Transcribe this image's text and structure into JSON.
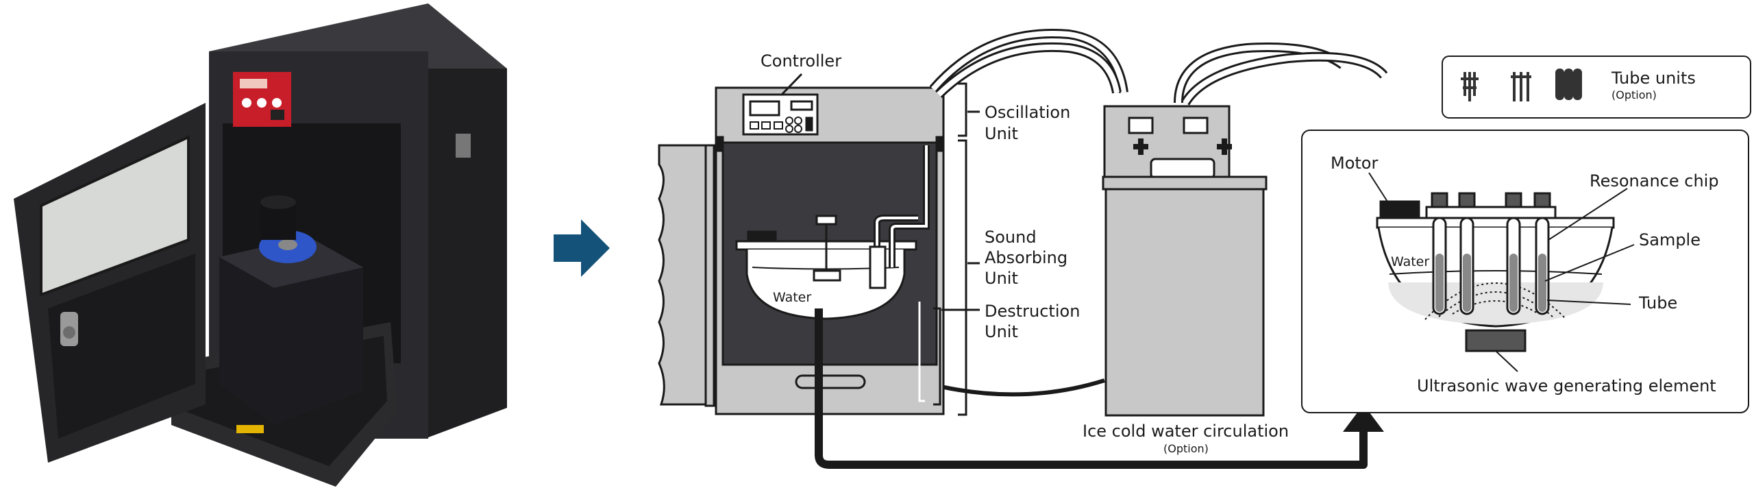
{
  "labels": {
    "controller": "Controller",
    "oscillation_1": "Oscillation",
    "oscillation_2": "Unit",
    "sound_1": "Sound",
    "sound_2": "Absorbing",
    "sound_3": "Unit",
    "destruction_1": "Destruction",
    "destruction_2": "Unit",
    "water_tank": "Water",
    "ice_water": "Ice cold water circulation",
    "ice_option": "(Option)",
    "tube_units": "Tube units",
    "tube_option": "(Option)",
    "motor": "Motor",
    "resonance_chip": "Resonance chip",
    "sample": "Sample",
    "tube": "Tube",
    "water_detail": "Water",
    "ultrasonic": "Ultrasonic wave generating element"
  },
  "colors": {
    "arrow": "#14527a",
    "cabinet": "#2a2a2e",
    "interior": "#3b3b3f",
    "tray_blue": "#2f56c8",
    "panel_red": "#c81e2a",
    "line": "#1a1a1a",
    "unit_gray": "#c8c8c8",
    "dark_gray": "#555555"
  },
  "icons": [
    "device-photo",
    "flow-arrow-icon",
    "tube-unit-icon"
  ]
}
